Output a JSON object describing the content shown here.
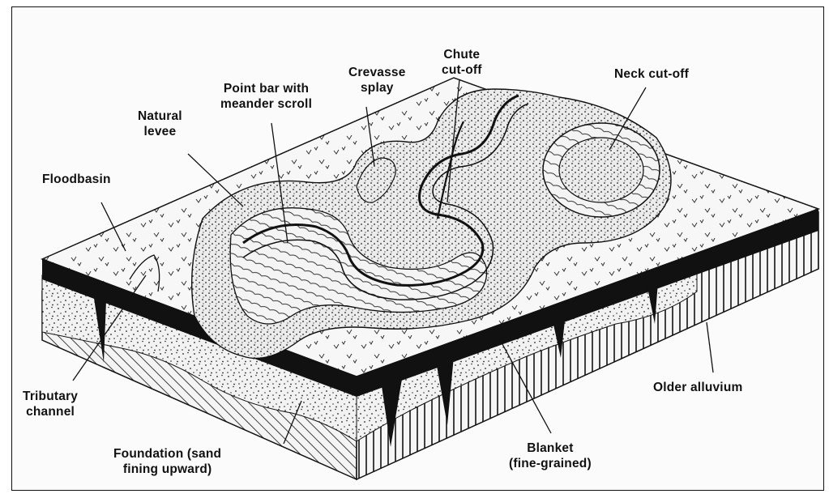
{
  "diagram": {
    "labels": {
      "floodbasin": "Floodbasin",
      "natural_levee": "Natural\nlevee",
      "point_bar": "Point bar with\nmeander scroll",
      "crevasse_splay": "Crevasse\nsplay",
      "chute_cutoff": "Chute\ncut-off",
      "neck_cutoff": "Neck cut-off",
      "tributary_channel": "Tributary\nchannel",
      "foundation": "Foundation (sand\nfining upward)",
      "blanket": "Blanket\n(fine-grained)",
      "older_alluvium": "Older alluvium"
    }
  }
}
